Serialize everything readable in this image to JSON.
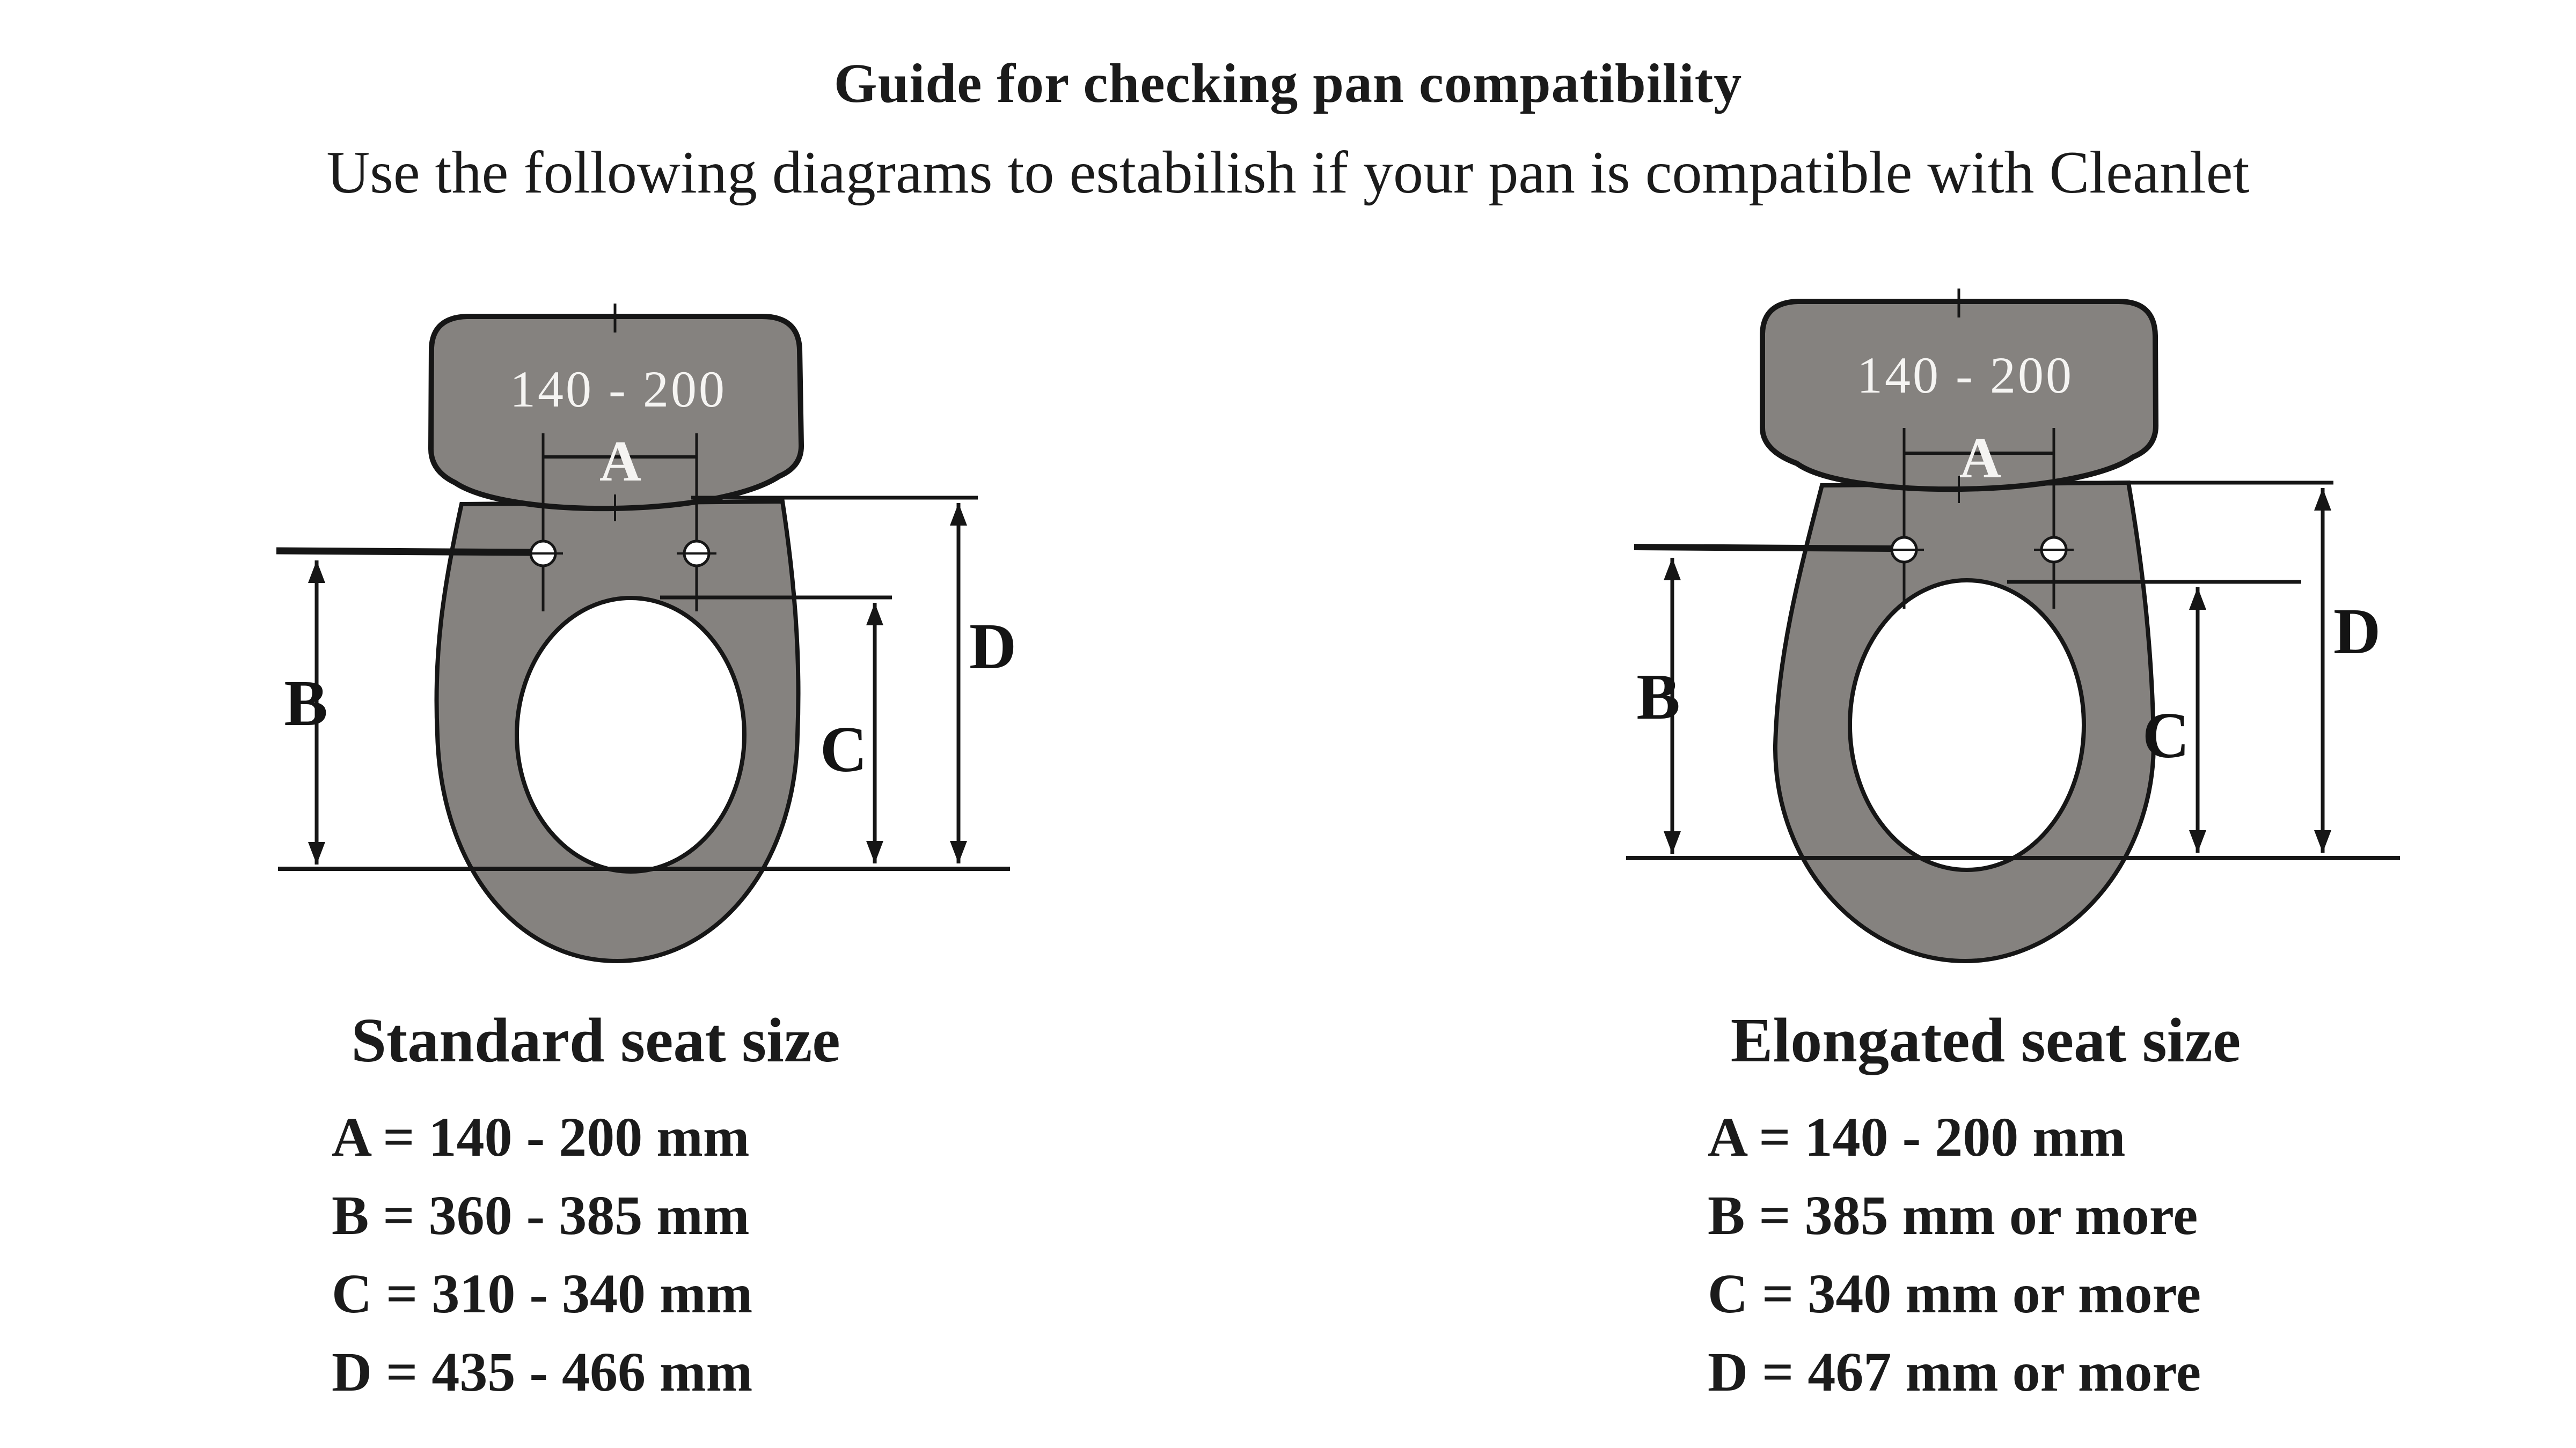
{
  "header": {
    "title": "Guide for checking pan compatibility",
    "subtitle": "Use the following diagrams to estabilish if your pan is compatible with Cleanlet"
  },
  "standard": {
    "heading": "Standard seat size",
    "hinge_hole_spacing": "140 - 200",
    "dim_labels": {
      "a": "A",
      "b": "B",
      "c": "C",
      "d": "D"
    },
    "measurements": [
      "A = 140 - 200 mm",
      "B = 360 - 385 mm",
      "C = 310 - 340 mm",
      "D = 435 - 466 mm"
    ]
  },
  "elongated": {
    "heading": "Elongated seat size",
    "hinge_hole_spacing": "140 - 200",
    "dim_labels": {
      "a": "A",
      "b": "B",
      "c": "C",
      "d": "D"
    },
    "measurements": [
      "A = 140 - 200 mm",
      "B = 385 mm or more",
      "C = 340 mm or more",
      "D = 467 mm or more"
    ]
  },
  "colors": {
    "seat_fill": "#85827f",
    "outline": "#161616",
    "dimension_text_on_seat": "#f5f4f2",
    "text": "#1b1b1b",
    "background": "#ffffff"
  }
}
